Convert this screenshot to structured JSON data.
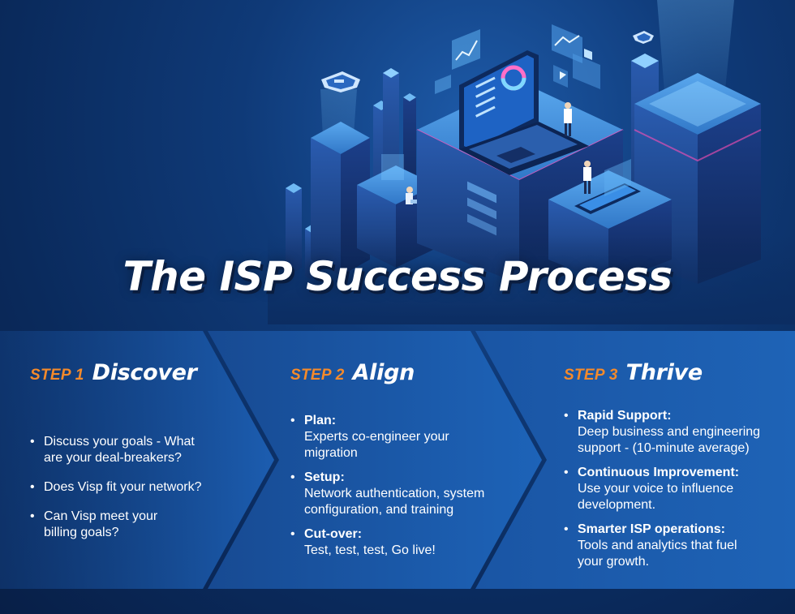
{
  "title": "The ISP Success Process",
  "steps": [
    {
      "number": "STEP 1",
      "name": "Discover",
      "bullets": [
        "Discuss your goals - What are your deal-breakers?",
        "Does Visp fit your network?",
        "Can Visp meet your billing goals?"
      ]
    },
    {
      "number": "STEP 2",
      "name": "Align",
      "bullets": [
        {
          "head": "Plan:",
          "body": "Experts co-engineer your migration"
        },
        {
          "head": "Setup:",
          "body": "Network authentication, system configuration, and training"
        },
        {
          "head": "Cut-over:",
          "body": "Test, test, test, Go live!"
        }
      ]
    },
    {
      "number": "STEP 3",
      "name": "Thrive",
      "bullets": [
        {
          "head": "Rapid Support:",
          "body": "Deep business and engineering support - (10-minute average)"
        },
        {
          "head": "Continuous Improvement:",
          "body": "Use your voice to influence development."
        },
        {
          "head": "Smarter ISP operations:",
          "body": "Tools and analytics that fuel your growth."
        }
      ]
    }
  ],
  "colors": {
    "accent": "#f48a2b",
    "background": "#0f3a78",
    "arrow": "#1a5aa6"
  },
  "illustration": "isometric-data-center-icon"
}
